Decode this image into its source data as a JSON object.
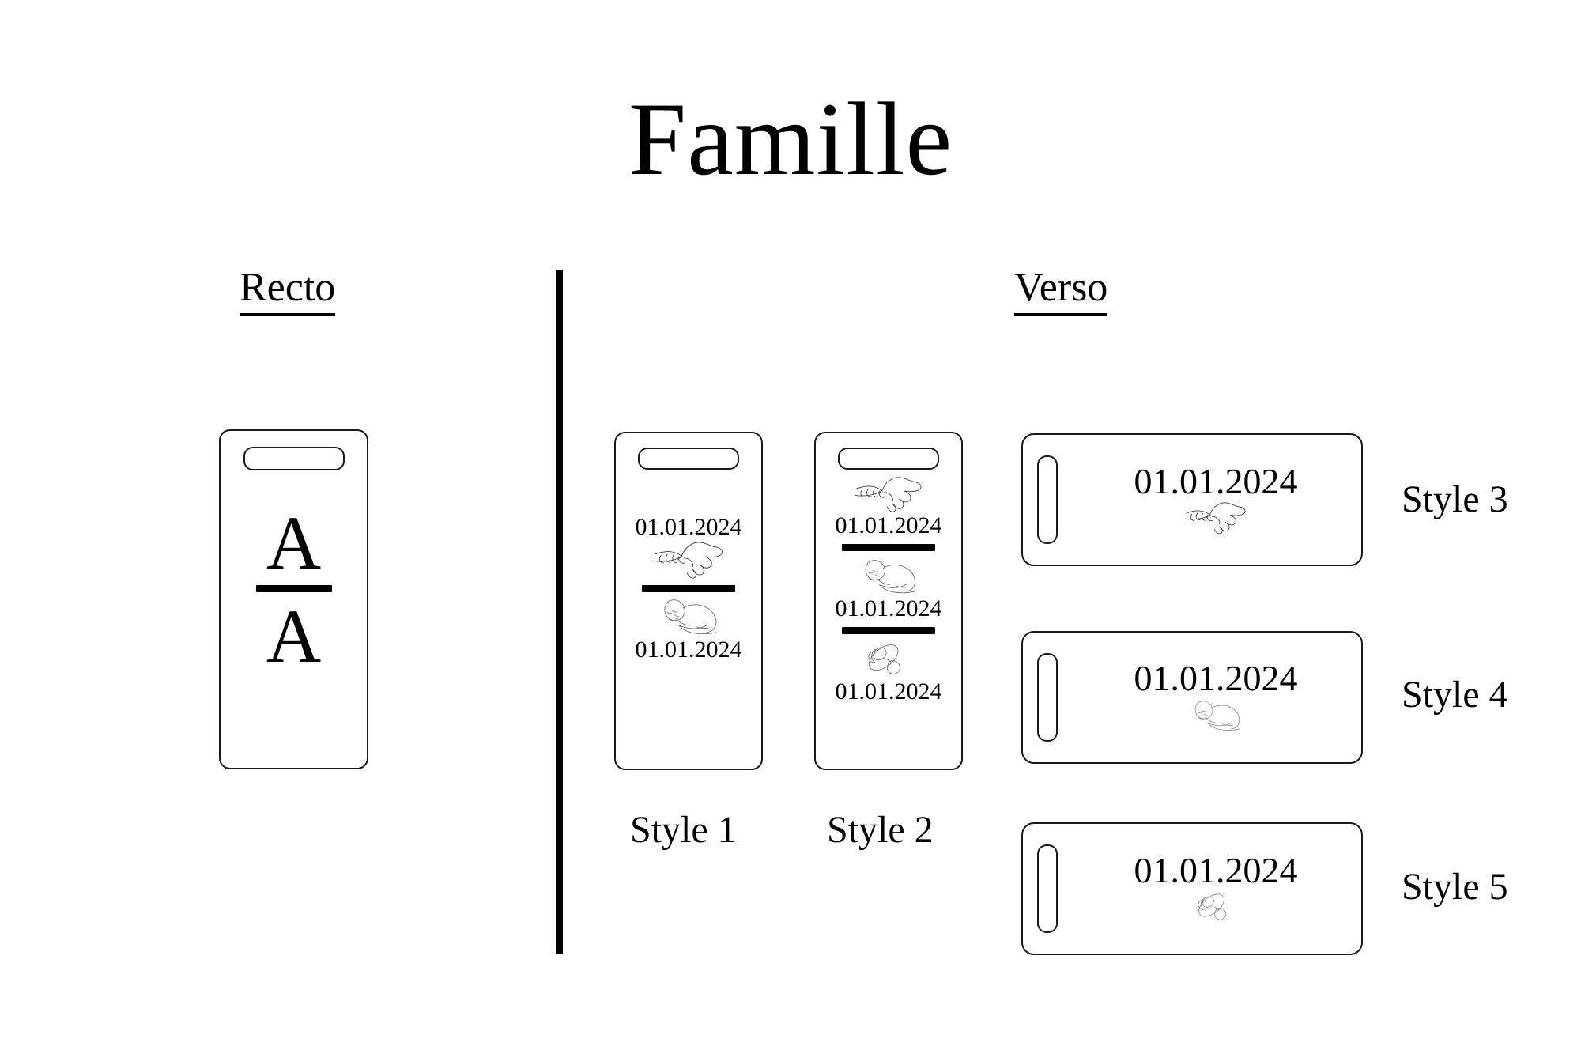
{
  "page": {
    "title": "Famille",
    "background_color": "#ffffff",
    "ink_color": "#000000"
  },
  "sections": {
    "recto": {
      "label": "Recto",
      "card": {
        "orientation": "vertical",
        "slot": "top-slot",
        "monogram_top": "A",
        "monogram_bottom": "A",
        "separator": "bar"
      }
    },
    "verso": {
      "label": "Verso"
    }
  },
  "styles": [
    {
      "id": "style1",
      "caption": "Style 1",
      "orientation": "vertical",
      "rows": [
        {
          "kind": "date",
          "text": "01.01.2024"
        },
        {
          "kind": "icon",
          "icon": "holding-hands-icon"
        },
        {
          "kind": "bar"
        },
        {
          "kind": "icon",
          "icon": "sleeping-baby-icon"
        },
        {
          "kind": "date",
          "text": "01.01.2024"
        }
      ]
    },
    {
      "id": "style2",
      "caption": "Style 2",
      "orientation": "vertical",
      "rows": [
        {
          "kind": "icon",
          "icon": "holding-hands-icon"
        },
        {
          "kind": "date",
          "text": "01.01.2024"
        },
        {
          "kind": "bar"
        },
        {
          "kind": "icon",
          "icon": "sleeping-baby-icon"
        },
        {
          "kind": "date",
          "text": "01.01.2024"
        },
        {
          "kind": "bar"
        },
        {
          "kind": "icon",
          "icon": "pacifier-icon"
        },
        {
          "kind": "date",
          "text": "01.01.2024"
        }
      ]
    },
    {
      "id": "style3",
      "caption": "Style 3",
      "orientation": "horizontal",
      "date": "01.01.2024",
      "icon": "holding-hands-icon"
    },
    {
      "id": "style4",
      "caption": "Style 4",
      "orientation": "horizontal",
      "date": "01.01.2024",
      "icon": "sleeping-baby-icon"
    },
    {
      "id": "style5",
      "caption": "Style 5",
      "orientation": "horizontal",
      "date": "01.01.2024",
      "icon": "pacifier-icon"
    }
  ]
}
